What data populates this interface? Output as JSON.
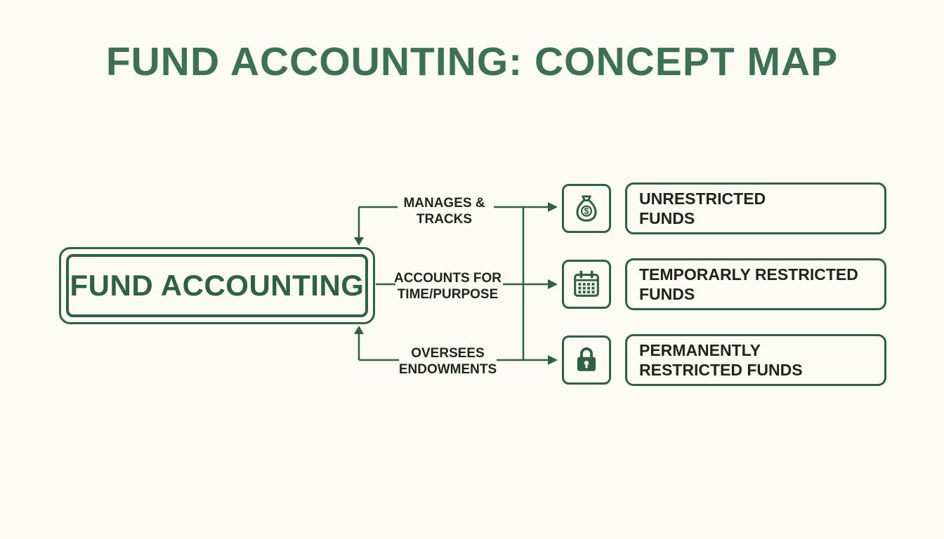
{
  "title": "FUND ACCOUNTING: CONCEPT MAP",
  "root": {
    "label": "FUND ACCOUNTING"
  },
  "edges": [
    {
      "label": "MANAGES &\nTRACKS"
    },
    {
      "label": "ACCOUNTS FOR\nTIME/PURPOSE"
    },
    {
      "label": "OVERSEES\nENDOWMENTS"
    }
  ],
  "nodes": [
    {
      "label": "UNRESTRICTED\nFUNDS",
      "icon": "money-bag-icon"
    },
    {
      "label": "TEMPORARLY RESTRICTED\nFUNDS",
      "icon": "calendar-icon"
    },
    {
      "label": "PERMANENTLY\nRESTRICTED FUNDS",
      "icon": "lock-icon"
    }
  ],
  "colors": {
    "accent": "#2e6143",
    "title": "#3c7154",
    "text": "#1f241f",
    "background": "#fbfaf4"
  }
}
